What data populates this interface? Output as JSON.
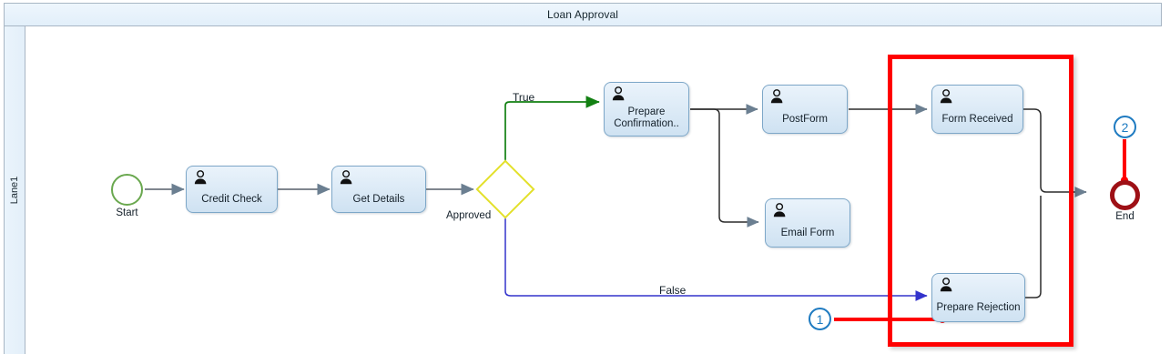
{
  "pool": {
    "title": "Loan Approval",
    "lane_label": "Lane1"
  },
  "colors": {
    "task_fill_top": "#eaf3fb",
    "task_fill_bottom": "#cfe2f2",
    "task_border": "#7da7c8",
    "start_border": "#6aa84f",
    "end_border": "#9e1016",
    "gateway_border": "#e3e02a",
    "flow_default": "#3a3a3a",
    "flow_true": "#128012",
    "flow_false": "#3333cc",
    "highlight": "#ff0000",
    "badge": "#1f7bc1",
    "pool_header_bg": "#e6f1fb"
  },
  "nodes": {
    "start": {
      "label": "Start",
      "type": "start-event"
    },
    "credit_check": {
      "label": "Credit Check",
      "type": "user-task"
    },
    "get_details": {
      "label": "Get Details",
      "type": "user-task"
    },
    "approved_gateway": {
      "label": "Approved",
      "type": "exclusive-gateway"
    },
    "prepare_confirmation": {
      "label": "Prepare Confirmation..",
      "type": "user-task"
    },
    "post_form": {
      "label": "PostForm",
      "type": "user-task"
    },
    "email_form": {
      "label": "Email Form",
      "type": "user-task"
    },
    "form_received": {
      "label": "Form Received",
      "type": "user-task"
    },
    "prepare_rejection": {
      "label": "Prepare Rejection",
      "type": "user-task"
    },
    "end": {
      "label": "End",
      "type": "end-event"
    }
  },
  "flows": {
    "true_label": "True",
    "false_label": "False"
  },
  "annotations": {
    "markers": [
      {
        "number": "1",
        "target": "prepare-rejection"
      },
      {
        "number": "2",
        "target": "end-event"
      }
    ]
  },
  "icons": {
    "user_task": "user-icon"
  }
}
